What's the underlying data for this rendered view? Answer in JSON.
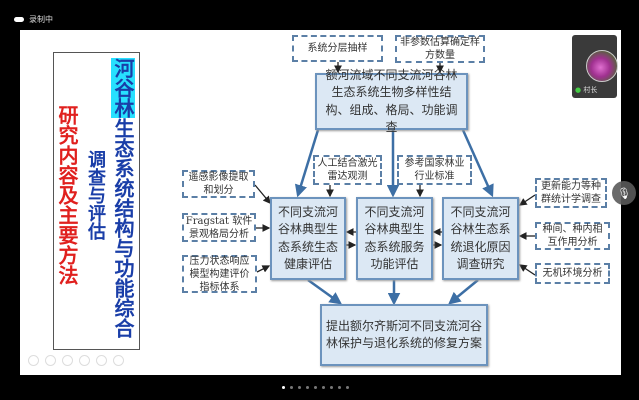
{
  "recording": {
    "label": "录制中"
  },
  "slide": {
    "side_title": "研究内容及主要方法",
    "main_title_highlight": "河谷林",
    "main_title_rest": "生态系统结构与功能综合",
    "main_title_line2": "调查与评估",
    "top_inputs": [
      "系统分层抽样",
      "非参数估算确定样方数量"
    ],
    "main_box": "额河流域不同支流河谷林生态系统生物多样性结构、组成、格局、功能调查",
    "mid_inputs": [
      "人工结合激光雷达观测",
      "参考国家林业行业标准"
    ],
    "left_inputs": [
      "遥感影像提取和划分",
      "Fragstat 软件景观格局分析",
      "压力状态响应模型构建评价指标体系"
    ],
    "right_inputs": [
      "更新能力等种群统计学调查",
      "种间、种内相互作用分析",
      "无机环境分析"
    ],
    "studies": [
      "不同支流河谷林典型生态系统生态健康评估",
      "不同支流河谷林典型生态系统服务功能评估",
      "不同支流河谷林生态系统退化原因调查研究"
    ],
    "result": "提出额尔齐斯河不同支流河谷林保护与退化系统的修复方案"
  },
  "participant": {
    "name": "村长"
  },
  "pager": {
    "total": 9,
    "current": 1
  },
  "colors": {
    "accent": "#1a3ea8",
    "title_red": "#e0201e",
    "highlight": "#27e0ff",
    "arrow": "#3d6fa5"
  }
}
